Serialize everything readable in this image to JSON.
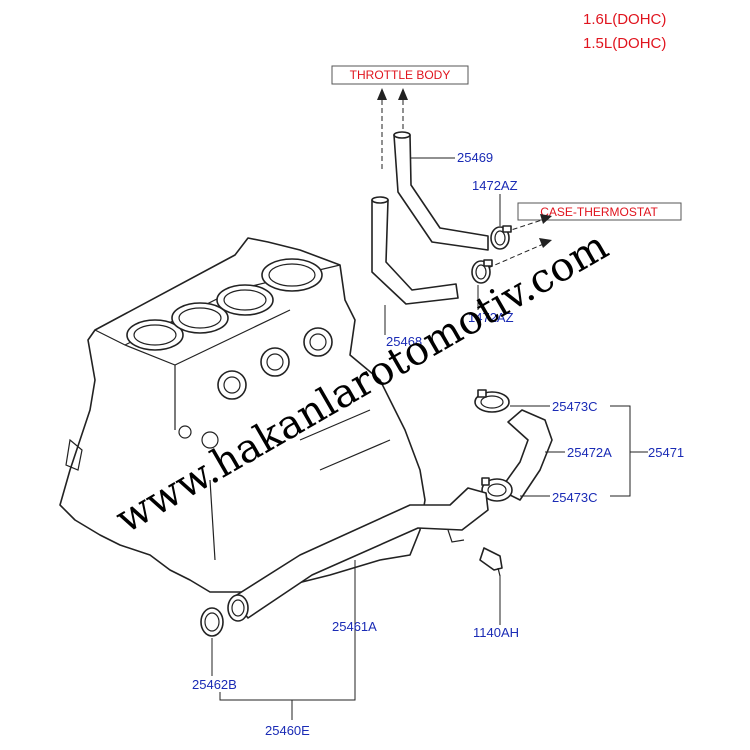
{
  "variants": {
    "line1": "1.6L(DOHC)",
    "line2": "1.5L(DOHC)"
  },
  "destinations": {
    "throttle": "THROTTLE BODY",
    "thermostat": "CASE-THERMOSTAT"
  },
  "parts": {
    "p25469": "25469",
    "p1472AZ_top": "1472AZ",
    "p25468": "25468",
    "p1472AZ_bottom": "1472AZ",
    "p25473C_top": "25473C",
    "p25472A": "25472A",
    "p25471": "25471",
    "p25473C_bottom": "25473C",
    "p1140AH": "1140AH",
    "p25461A": "25461A",
    "p25462B": "25462B",
    "p25460E": "25460E"
  },
  "watermark": "www.hakanlarotomotiv.com"
}
